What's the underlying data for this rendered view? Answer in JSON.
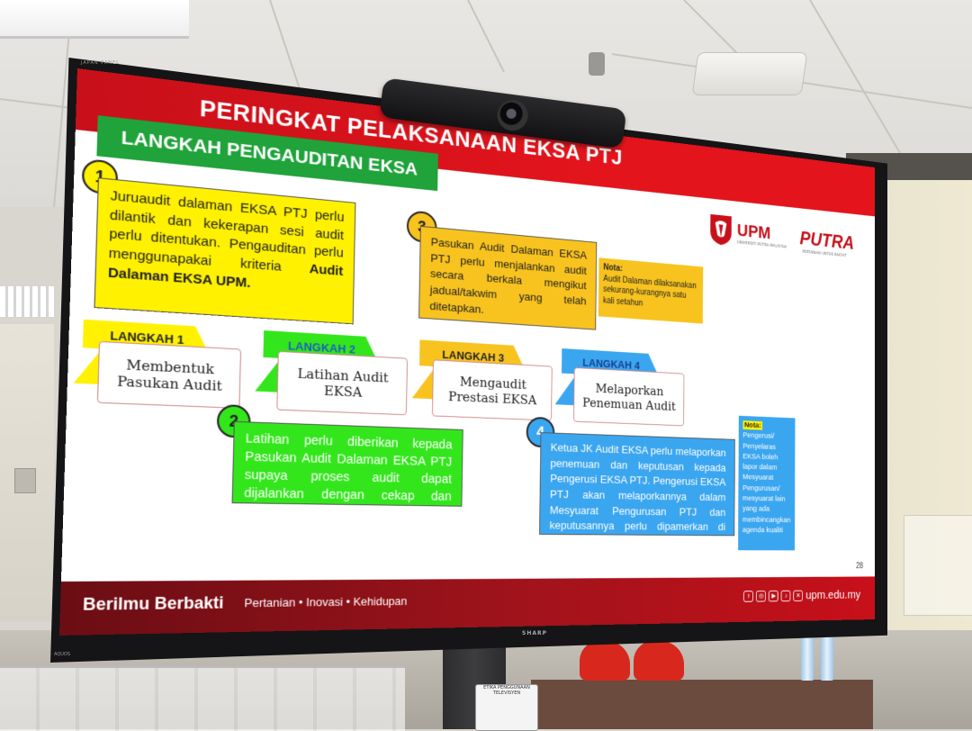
{
  "slide": {
    "title": "PERINGKAT PELAKSANAAN EKSA PTJ",
    "subtitle": "LANGKAH PENGAUDITAN EKSA",
    "page_number": "28",
    "logos": {
      "upm_wordmark": "UPM",
      "upm_sub": "UNIVERSITI PUTRA MALAYSIA",
      "putra_wordmark": "PUTRA",
      "putra_sub": "PERTANIAN UNTUK RAKYAT",
      "upm_crest_icon": "upm-crest-icon"
    },
    "box1": {
      "number": "1",
      "text": "Juruaudit dalaman EKSA PTJ perlu dilantik dan kekerapan sesi audit perlu ditentukan. Pengauditan perlu menggunapakai kriteria",
      "bold_text": "Audit Dalaman EKSA UPM."
    },
    "box2": {
      "number": "2",
      "text": "Latihan perlu diberikan kepada Pasukan Audit Dalaman EKSA PTJ supaya proses audit dapat dijalankan dengan cekap dan berkesan."
    },
    "box3": {
      "number": "3",
      "text": "Pasukan Audit Dalaman EKSA PTJ perlu menjalankan audit secara berkala mengikut jadual/takwim yang telah ditetapkan."
    },
    "note3": {
      "label": "Nota:",
      "text": "Audit Dalaman dilaksanakan sekurang-kurangnya satu kali setahun"
    },
    "box4": {
      "number": "4",
      "text": "Ketua JK Audit EKSA perlu melaporkan penemuan dan keputusan kepada Pengerusi EKSA PTJ. Pengerusi EKSA PTJ akan melaporkannya dalam Mesyuarat Pengurusan PTJ dan keputusannya perlu dipamerkan di sudut EKSA."
    },
    "note4": {
      "label": "Nota:",
      "text": "Pengerusi/ Penyelaras EKSA boleh lapor dalam Mesyuarat Pengurusan/ mesyuarat lain yang ada membincangkan agenda kualiti"
    },
    "steps": [
      {
        "tab": "LANGKAH 1",
        "card": "Membentuk Pasukan Audit",
        "color": "#fff100",
        "text_color": "#222222"
      },
      {
        "tab": "LANGKAH 2",
        "card": "Latihan Audit EKSA",
        "color": "#33e61c",
        "text_color": "#1f5fbf"
      },
      {
        "tab": "LANGKAH 3",
        "card": "Mengaudit Prestasi EKSA",
        "color": "#f8c31f",
        "text_color": "#222222"
      },
      {
        "tab": "LANGKAH 4",
        "card": "Melaporkan Penemuan Audit",
        "color": "#3ba6f0",
        "text_color": "#1a3f8f"
      }
    ],
    "footer": {
      "motto": "Berilmu Berbakti",
      "tagline": "Pertanian • Inovasi • Kehidupan",
      "url": "upm.edu.my",
      "social_icons": [
        "facebook-icon",
        "instagram-icon",
        "youtube-icon",
        "tiktok-icon",
        "x-icon"
      ]
    }
  },
  "tv": {
    "brand": "SHARP",
    "model": "AQUOS",
    "panel_label": "JAPAN PANEL"
  },
  "room": {
    "stand_sign": "ETIKA PENGGUNAAN TELEVISYEN"
  },
  "colors": {
    "title_red": "#e3141c",
    "subtitle_green": "#1fa33a",
    "box_yellow": "#fff100",
    "box_orange": "#f8c31f",
    "box_green": "#33e61c",
    "box_blue": "#3ba6f0",
    "footer_maroon": "#8b0f16"
  }
}
